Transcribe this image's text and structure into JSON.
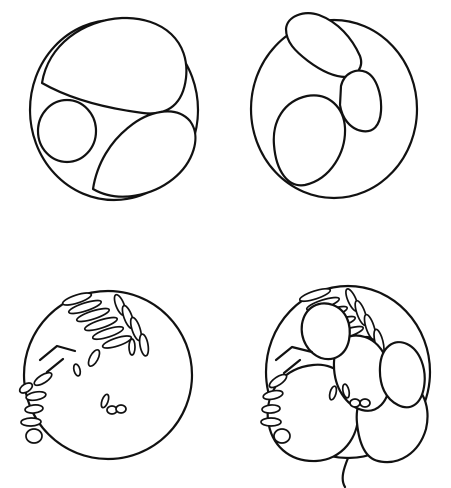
{
  "figure": {
    "panel_count": 4,
    "line_color": "#111111",
    "background": "#ffffff",
    "panels": [
      {
        "id": "top-left"
      },
      {
        "id": "top-right"
      },
      {
        "id": "bottom-left"
      },
      {
        "id": "bottom-right"
      }
    ]
  }
}
